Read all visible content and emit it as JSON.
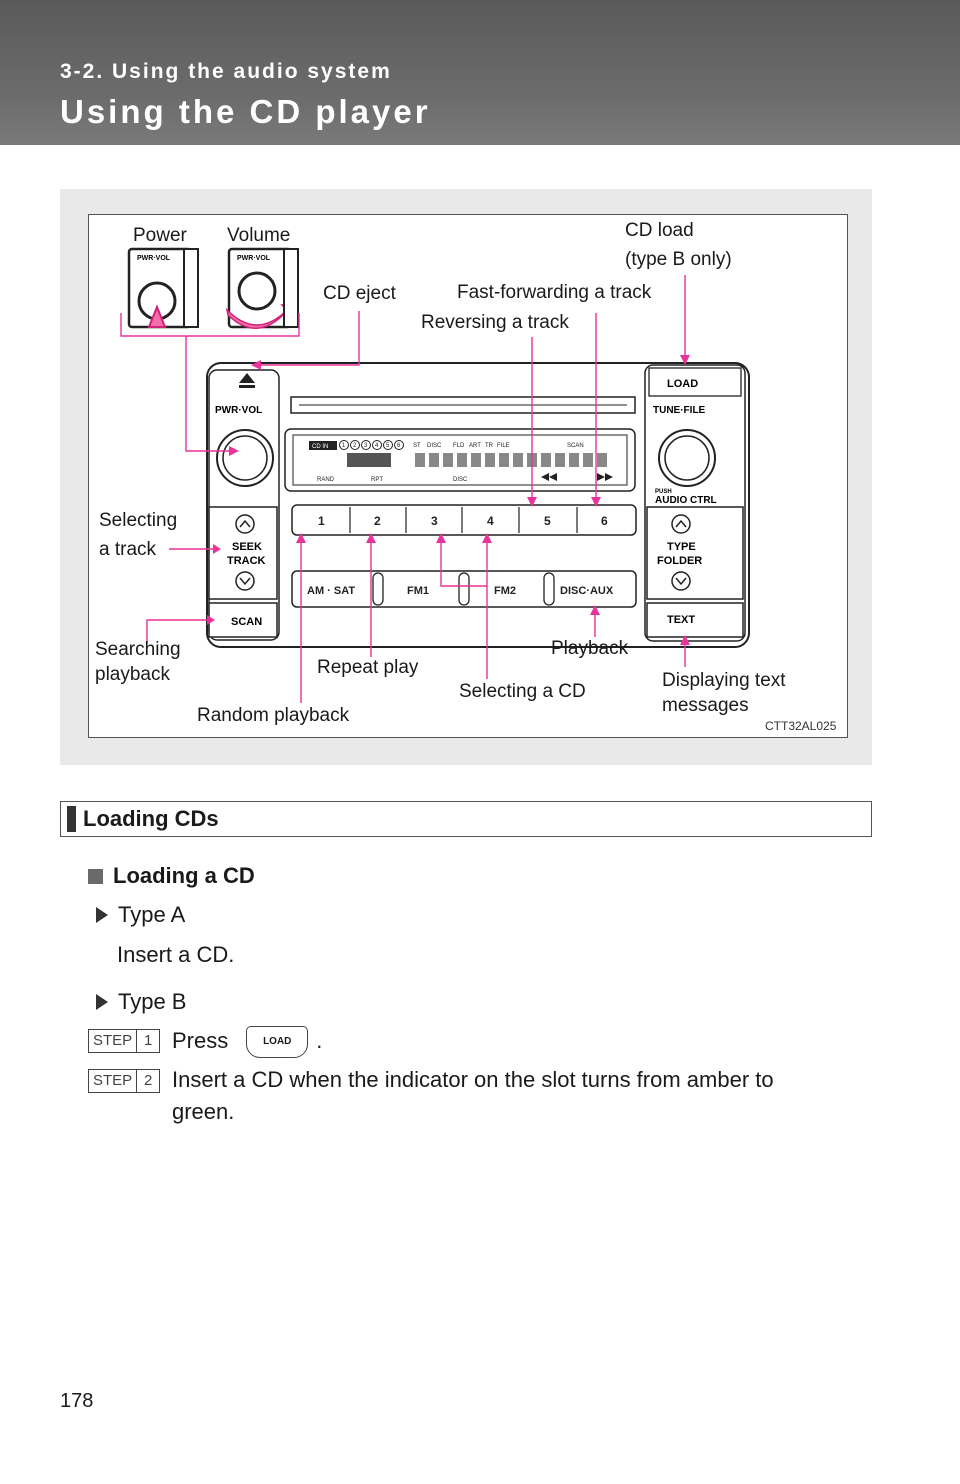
{
  "header": {
    "section": "3-2. Using the audio system",
    "title": "Using the CD player"
  },
  "figure": {
    "code": "CTT32AL025",
    "callouts": {
      "power": "Power",
      "volume": "Volume",
      "cd_eject": "CD eject",
      "cd_load_1": "CD load",
      "cd_load_2": "(type B only)",
      "fast_forward": "Fast-forwarding a track",
      "reverse": "Reversing a track",
      "select_track_1": "Selecting",
      "select_track_2": "a track",
      "search_1": "Searching",
      "search_2": "playback",
      "repeat": "Repeat play",
      "playback": "Playback",
      "random": "Random playback",
      "select_cd": "Selecting a CD",
      "text_1": "Displaying text",
      "text_2": "messages"
    },
    "unit": {
      "knob_label": "PWR·VOL",
      "tune_label": "TUNE·FILE",
      "load": "LOAD",
      "push": "PUSH",
      "audio_ctrl": "AUDIO CTRL",
      "seek_1": "SEEK",
      "seek_2": "TRACK",
      "type_1": "TYPE",
      "type_2": "FOLDER",
      "scan": "SCAN",
      "text_btn": "TEXT",
      "presets": [
        "1",
        "2",
        "3",
        "4",
        "5",
        "6"
      ],
      "bands": [
        "AM · SAT",
        "FM1",
        "FM2",
        "DISC·AUX"
      ],
      "display": {
        "cd_in": "CD IN",
        "discs": [
          "1",
          "2",
          "3",
          "4",
          "5",
          "6"
        ],
        "st": "ST",
        "disc": "DISC",
        "fld": "FLD",
        "art": "ART",
        "tr": "TR",
        "file": "FILE",
        "scan": "SCAN",
        "rand": "RAND",
        "rpt": "RPT",
        "disc_lower": "DISC"
      }
    }
  },
  "section": {
    "heading": "Loading CDs",
    "sub_heading": "Loading a CD",
    "type_a": "Type A",
    "type_a_text": "Insert a CD.",
    "type_b": "Type B",
    "step_label": "STEP",
    "steps": [
      {
        "num": "1",
        "text_before": "Press",
        "button": "LOAD",
        "text_after": "."
      },
      {
        "num": "2",
        "text": "Insert a CD when the indicator on the slot turns from amber to",
        "text2": "green."
      }
    ]
  },
  "page_number": "178"
}
